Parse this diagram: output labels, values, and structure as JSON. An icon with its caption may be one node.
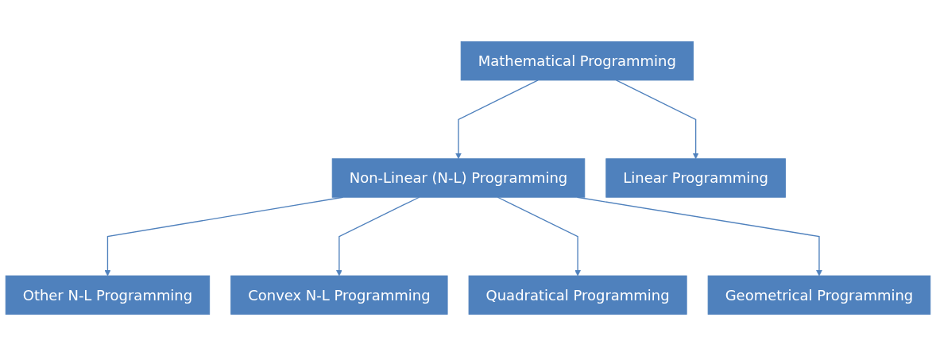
{
  "diagram": {
    "nodes": [
      {
        "text": [
          "Mathematical Programming"
        ]
      },
      {
        "text": [
          "Non-Linear (N-L) Programming"
        ]
      },
      {
        "text": [
          "Linear Programming"
        ]
      },
      {
        "text": [
          "Other N-L Programming"
        ]
      },
      {
        "text": [
          "Convex N-L Programming"
        ]
      },
      {
        "text": [
          "Quadratical Programming"
        ]
      },
      {
        "text": [
          "Geometrical Programming"
        ]
      }
    ],
    "edges": [
      {
        "from": 0,
        "to": 1,
        "arrow": "to"
      },
      {
        "from": 0,
        "to": 2,
        "arrow": "to"
      },
      {
        "from": 1,
        "to": 3,
        "arrow": "to"
      },
      {
        "from": 1,
        "to": 4,
        "arrow": "to"
      },
      {
        "from": 1,
        "to": 5,
        "arrow": "to"
      },
      {
        "from": 1,
        "to": 6,
        "arrow": "to"
      }
    ]
  }
}
